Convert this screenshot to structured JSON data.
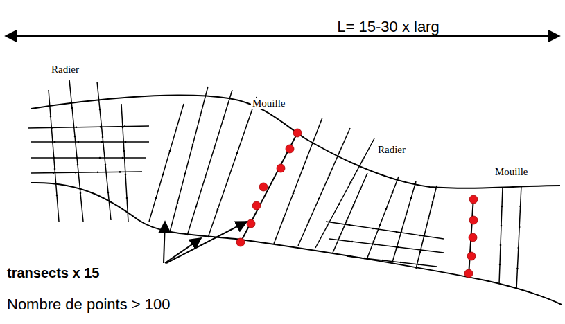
{
  "diagram": {
    "labels": [
      "L= 15-30 x larg",
      "Radier",
      "Mouille",
      "Radier",
      "Mouille",
      "transects x 15",
      "Nombre de points > 100"
    ]
  }
}
